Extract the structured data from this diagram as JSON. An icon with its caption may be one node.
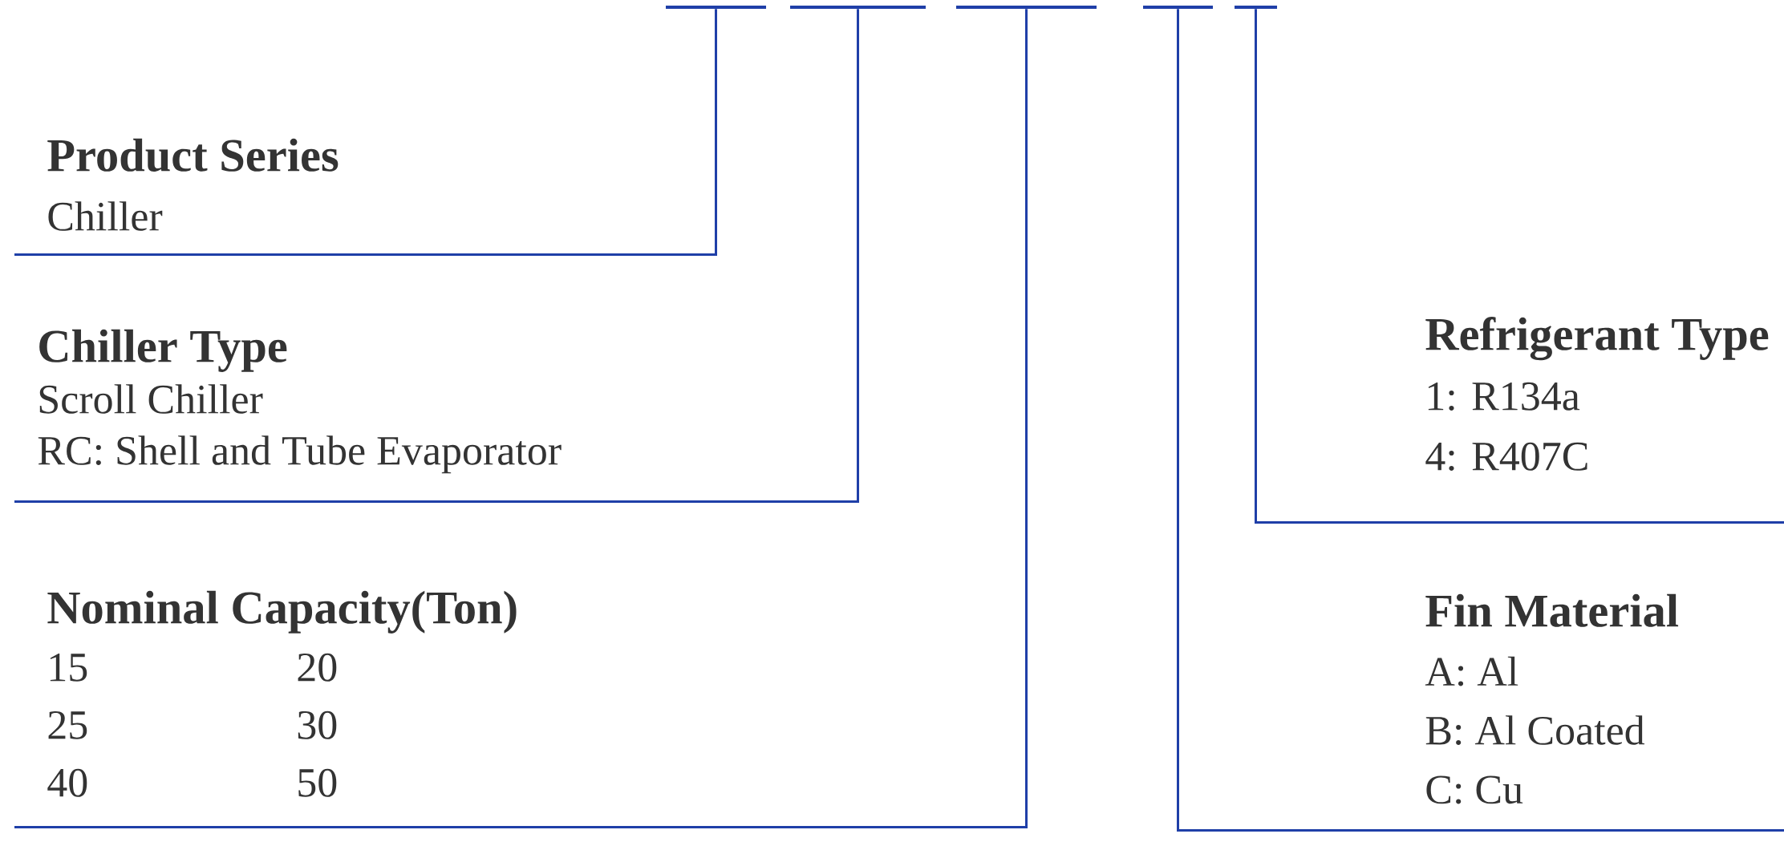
{
  "diagram": {
    "nodes": [
      {
        "text": [],
        "shape": "bar"
      },
      {
        "text": [],
        "shape": "bar"
      },
      {
        "text": [],
        "shape": "bar"
      },
      {
        "text": [],
        "shape": "bar"
      },
      {
        "text": [],
        "shape": "bar"
      },
      {
        "text": [
          "Product Series",
          "Chiller"
        ]
      },
      {
        "text": [
          "Chiller Type",
          "Scroll Chiller",
          "RC: Shell and Tube Evaporator"
        ]
      },
      {
        "text": [
          "Refrigerant Type",
          "1: R134a",
          "4: R407C"
        ]
      },
      {
        "text": [
          "Nominal Capacity(Ton)",
          "15",
          "20",
          "25",
          "30",
          "40",
          "50"
        ]
      },
      {
        "text": [
          "Fin Material",
          "A: Al",
          "B: Al Coated",
          "C: Cu"
        ]
      }
    ],
    "edges": [
      {
        "from": 0,
        "to": 5,
        "arrow": "none"
      },
      {
        "from": 1,
        "to": 6,
        "arrow": "none"
      },
      {
        "from": 2,
        "to": 8,
        "arrow": "none"
      },
      {
        "from": 3,
        "to": 9,
        "arrow": "none"
      },
      {
        "from": 4,
        "to": 7,
        "arrow": "none"
      }
    ]
  }
}
